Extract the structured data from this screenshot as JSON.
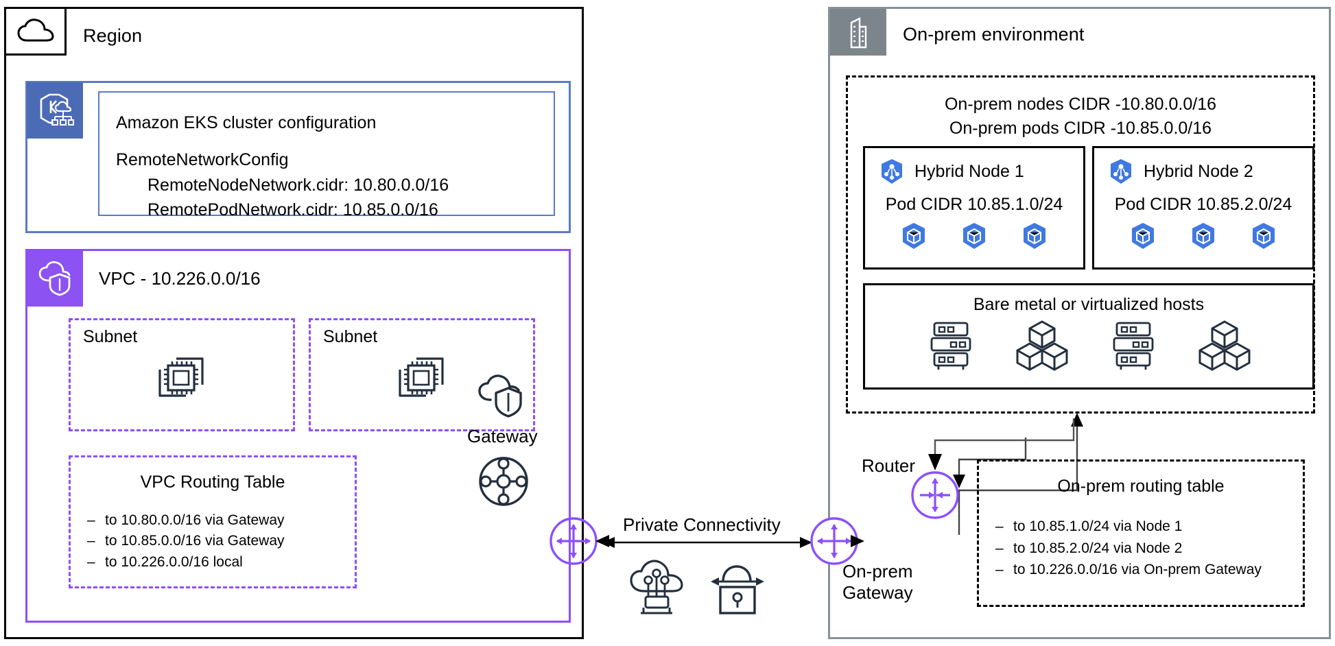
{
  "region": {
    "title": "Region",
    "icon": "cloud-region-icon",
    "eks": {
      "icon": "amazon-eks-icon",
      "heading": "Amazon EKS cluster configuration",
      "config_key": "RemoteNetworkConfig",
      "config_values": [
        "RemoteNodeNetwork.cidr: 10.80.0.0/16",
        "RemotePodNetwork.cidr: 10.85.0.0/16"
      ]
    },
    "vpc": {
      "icon": "vpc-icon",
      "title": "VPC - 10.226.0.0/16",
      "subnets": [
        {
          "label": "Subnet",
          "icon": "ec2-instances-icon"
        },
        {
          "label": "Subnet",
          "icon": "ec2-instances-icon"
        }
      ],
      "routing_table": {
        "title": "VPC Routing Table",
        "routes": [
          "to 10.80.0.0/16 via Gateway",
          "to 10.85.0.0/16 via Gateway",
          "to 10.226.0.0/16 local"
        ]
      },
      "gateway": {
        "label": "Gateway",
        "cloud_icon": "cloud-shield-icon",
        "mesh_icon": "transit-gateway-icon",
        "router_icon": "router-crossarrows-icon"
      }
    }
  },
  "connectivity": {
    "label": "Private Connectivity",
    "arrow_icon": "double-headed-arrow-icon",
    "icons": [
      "direct-connect-cloud-icon",
      "vpn-lock-icon"
    ]
  },
  "onprem": {
    "title": "On-prem environment",
    "icon": "building-icon",
    "cidr_lines": [
      "On-prem nodes CIDR -10.80.0.0/16",
      "On-prem pods CIDR -10.85.0.0/16"
    ],
    "nodes": [
      {
        "title": "Hybrid Node 1",
        "icon": "kubernetes-node-icon",
        "cidr": "Pod CIDR 10.85.1.0/24",
        "pod_icon": "kubernetes-pod-icon",
        "pod_count": 3
      },
      {
        "title": "Hybrid Node 2",
        "icon": "kubernetes-node-icon",
        "cidr": "Pod CIDR 10.85.2.0/24",
        "pod_icon": "kubernetes-pod-icon",
        "pod_count": 3
      }
    ],
    "hosts": {
      "title": "Bare metal or virtualized hosts",
      "icons": [
        "server-rack-icon",
        "cubes-icon",
        "server-rack-icon",
        "cubes-icon"
      ]
    },
    "router": {
      "label": "Router",
      "icon": "router-crossarrows-icon"
    },
    "gateway": {
      "label_line1": "On-prem",
      "label_line2": "Gateway",
      "icon": "router-crossarrows-icon"
    },
    "routing_table": {
      "title": "On-prem routing table",
      "routes": [
        "to 10.85.1.0/24 via Node 1",
        "to 10.85.2.0/24 via Node 2",
        "to 10.226.0.0/16 via On-prem Gateway"
      ]
    }
  },
  "colors": {
    "eks_blue": "#4C6BB5",
    "eks_border": "#5A7BC4",
    "vpc_purple": "#8C4FFF",
    "onprem_gray": "#7D858C",
    "onprem_border": "#879196",
    "icon_dark": "#232F3E",
    "k8s_blue": "#4079E0"
  }
}
